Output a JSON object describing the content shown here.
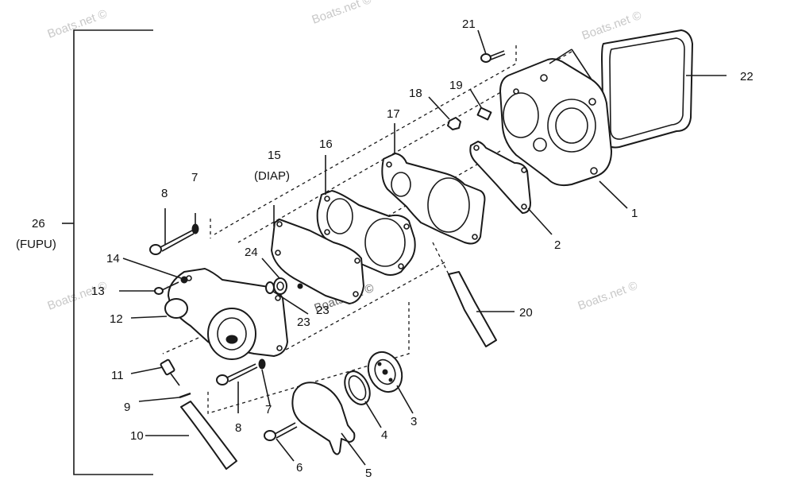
{
  "watermark": "Boats.net ©",
  "labels": {
    "p1": "1",
    "p2": "2",
    "p3": "3",
    "p4": "4",
    "p5": "5",
    "p6": "6",
    "p7a": "7",
    "p7b": "7",
    "p8a": "8",
    "p8b": "8",
    "p9": "9",
    "p10": "10",
    "p11": "11",
    "p12": "12",
    "p13": "13",
    "p14": "14",
    "p15": "15",
    "p15sub": "(DIAP)",
    "p16": "16",
    "p17": "17",
    "p18": "18",
    "p19": "19",
    "p20": "20",
    "p21": "21",
    "p22": "22",
    "p23a": "23",
    "p23b": "23",
    "p24": "24",
    "p26": "26",
    "p26sub": "(FUPU)"
  }
}
